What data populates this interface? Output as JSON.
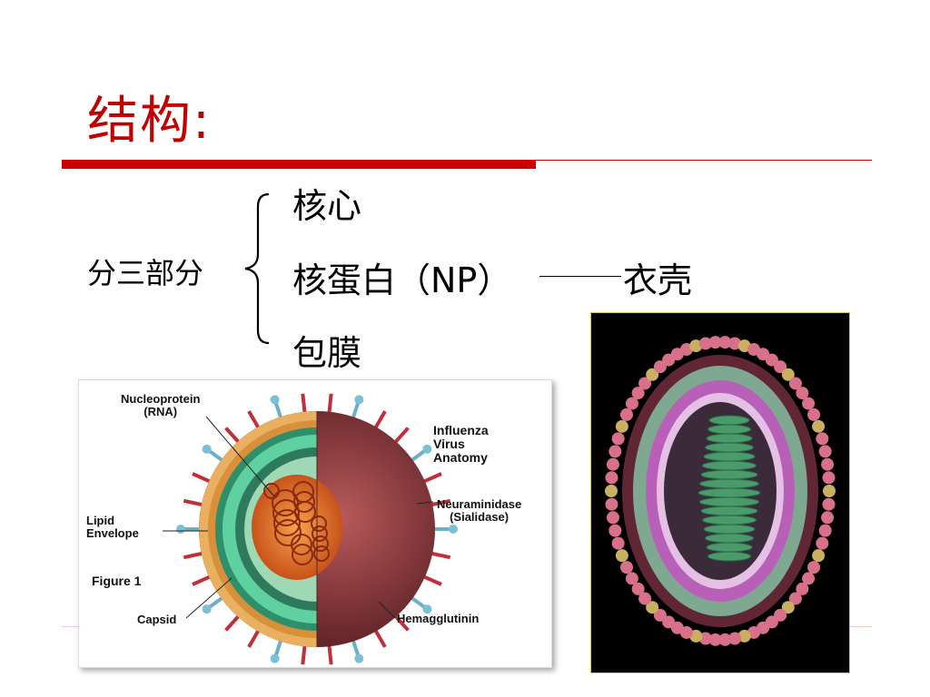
{
  "slide": {
    "title": "结构:",
    "left_label": "分三部分",
    "items": [
      "核心",
      "核蛋白（NP）",
      "包膜"
    ],
    "shell_label": "衣壳"
  },
  "figure1": {
    "labels": {
      "nucleoprotein": "Nucleoprotein\n(RNA)",
      "influenza": "Influenza\nVirus\nAnatomy",
      "lipid": "Lipid\nEnvelope",
      "neuraminidase": "Neuraminidase\n(Sialidase)",
      "figure": "Figure 1",
      "capsid": "Capsid",
      "hemagglutinin": "Hemagglutinin"
    }
  },
  "colors": {
    "title": "#c00000",
    "accent_bar": "#cc0000",
    "capsid": "#3cb58a",
    "spike": "#c0303a"
  }
}
